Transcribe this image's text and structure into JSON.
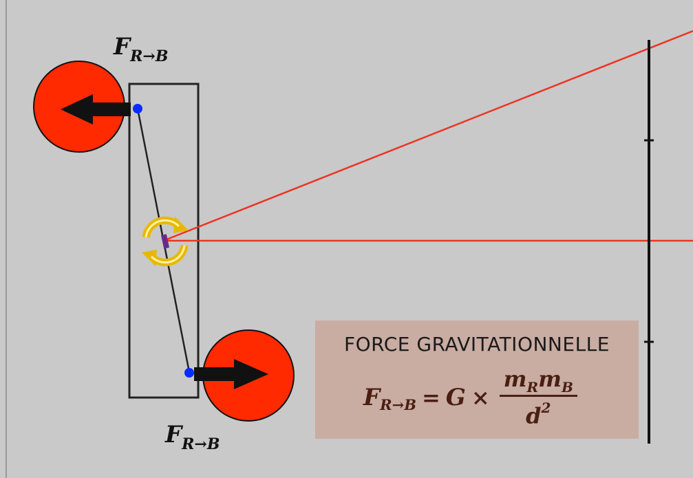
{
  "diagram": {
    "top_force_label": {
      "F": "F",
      "sub": "R→B"
    },
    "bottom_force_label": {
      "F": "F",
      "sub": "R→B"
    },
    "formula_box": {
      "title": "FORCE GRAVITATIONNELLE",
      "lhs_F": "F",
      "lhs_sub": "R→B",
      "equals": "=",
      "G": "G",
      "times": "×",
      "num_m1": "m",
      "num_m1_sub": "R",
      "num_m2": "m",
      "num_m2_sub": "B",
      "den": "d",
      "den_exp": "2"
    },
    "colors": {
      "background": "#c9c9c9",
      "sphere": "#ff2a00",
      "laser": "#ee3322",
      "mass_point": "#0a2bff",
      "formula_bg": "#c9aca2"
    }
  }
}
